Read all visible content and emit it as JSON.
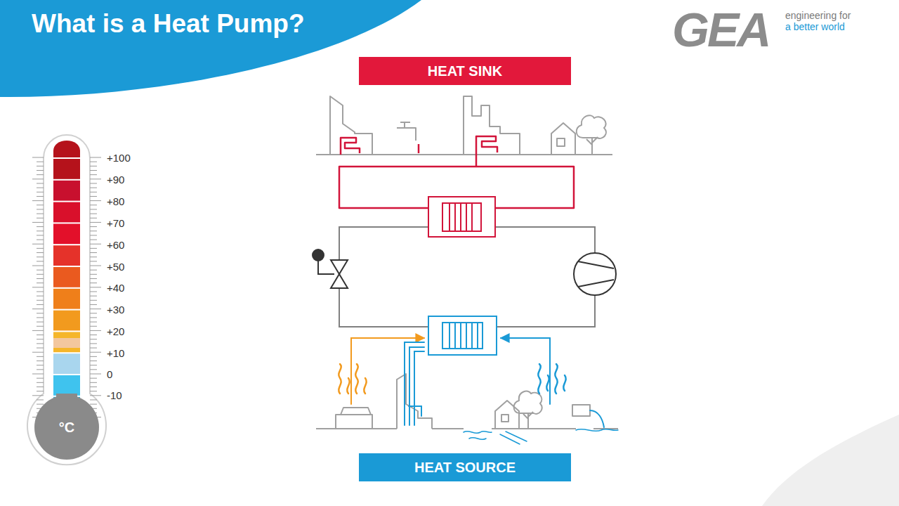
{
  "diagram": {
    "title": "What is a Heat Pump?",
    "nodes": [
      {
        "text": [
          "HEAT SINK"
        ]
      },
      {
        "text": [
          "°C"
        ]
      },
      {
        "text": [
          "HEAT SOURCE"
        ]
      }
    ],
    "labels": [
      "GEA",
      "engineering for",
      "a better world",
      "+100",
      "+90",
      "+80",
      "+70",
      "+60",
      "+50",
      "+40",
      "+30",
      "+20",
      "+10",
      "0",
      "-10"
    ]
  }
}
